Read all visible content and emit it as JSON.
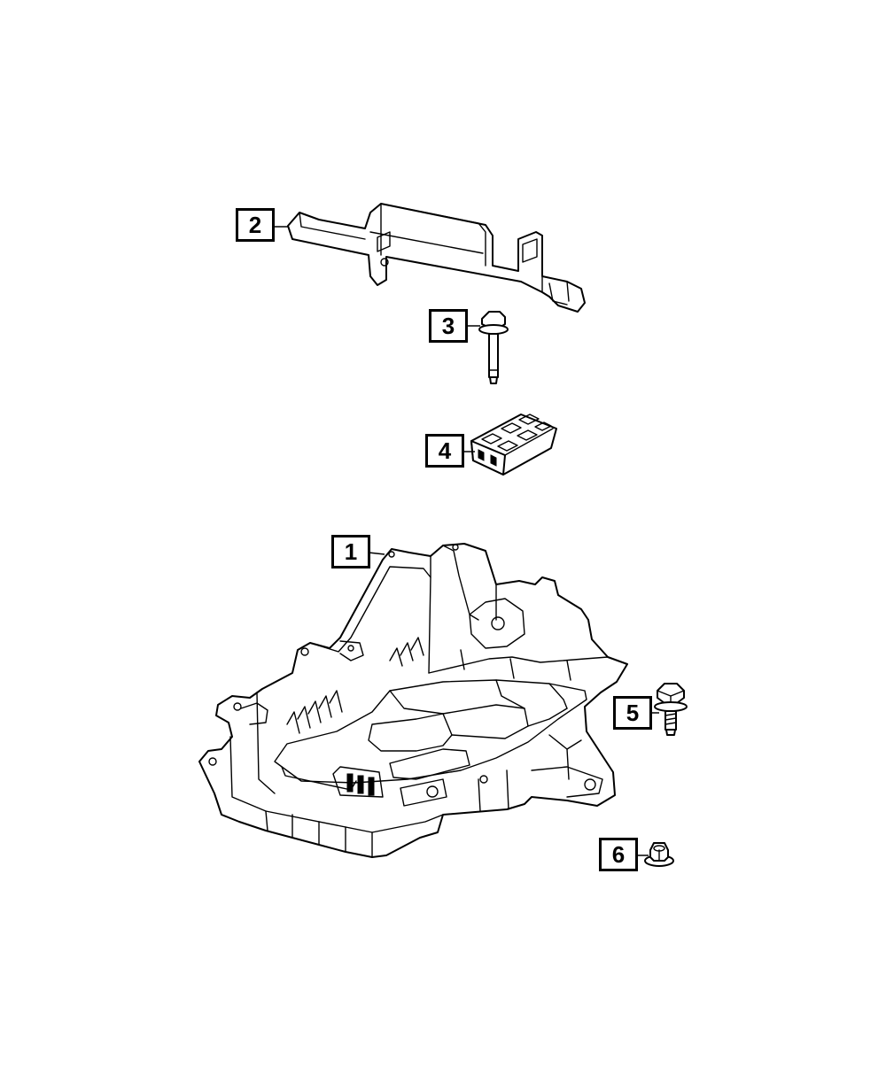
{
  "callouts": [
    {
      "id": "1",
      "label": "1"
    },
    {
      "id": "2",
      "label": "2"
    },
    {
      "id": "3",
      "label": "3"
    },
    {
      "id": "4",
      "label": "4"
    },
    {
      "id": "5",
      "label": "5"
    },
    {
      "id": "6",
      "label": "6"
    }
  ],
  "parts": [
    {
      "callout": "1",
      "icon": "battery-tray-icon"
    },
    {
      "callout": "2",
      "icon": "hold-down-bracket-icon"
    },
    {
      "callout": "3",
      "icon": "long-bolt-icon"
    },
    {
      "callout": "4",
      "icon": "spacer-block-icon"
    },
    {
      "callout": "5",
      "icon": "flange-bolt-icon"
    },
    {
      "callout": "6",
      "icon": "flange-nut-icon"
    }
  ]
}
